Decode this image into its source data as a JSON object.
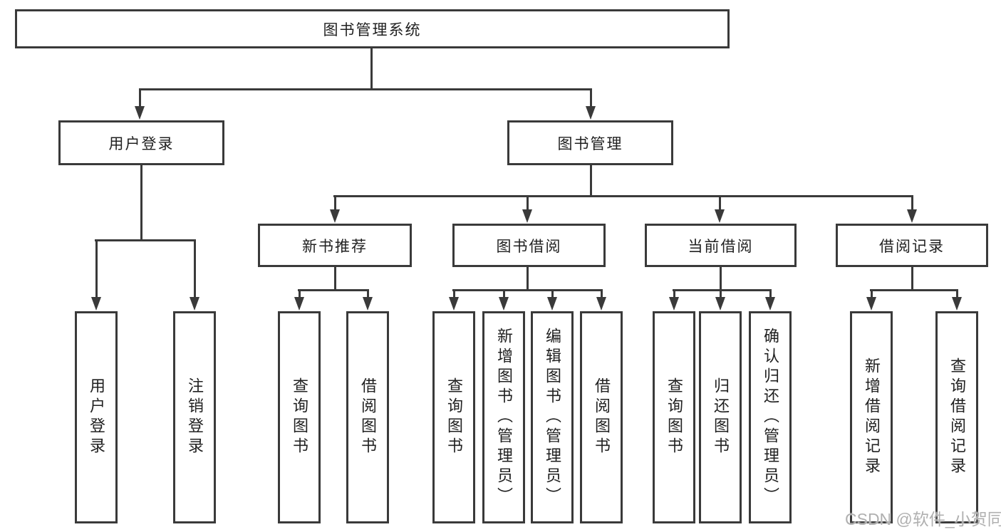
{
  "watermark": "CSDN @软件_小贺同学",
  "colors": {
    "line": "#3a3a3a",
    "box_border": "#3a3a3a",
    "text": "#212121",
    "watermark": "#b0b0b0",
    "background": "#ffffff"
  },
  "nodes": {
    "root": "图书管理系统",
    "user_login": "用户登录",
    "book_management": "图书管理",
    "new_book_recommend": "新书推荐",
    "book_borrow": "图书借阅",
    "current_borrow": "当前借阅",
    "borrow_record": "借阅记录",
    "ul_user_login": "用户登录",
    "ul_logout": "注销登录",
    "nb_query_book": "查询图书",
    "nb_borrow_book": "借阅图书",
    "bb_query_book": "查询图书",
    "bb_add_book": "新增图书（管理员）",
    "bb_edit_book": "编辑图书（管理员）",
    "bb_borrow_book": "借阅图书",
    "cb_query_book": "查询图书",
    "cb_return_book": "归还图书",
    "cb_confirm_return": "确认归还（管理员）",
    "br_add_record": "新增借阅记录",
    "br_query_record": "查询借阅记录"
  }
}
